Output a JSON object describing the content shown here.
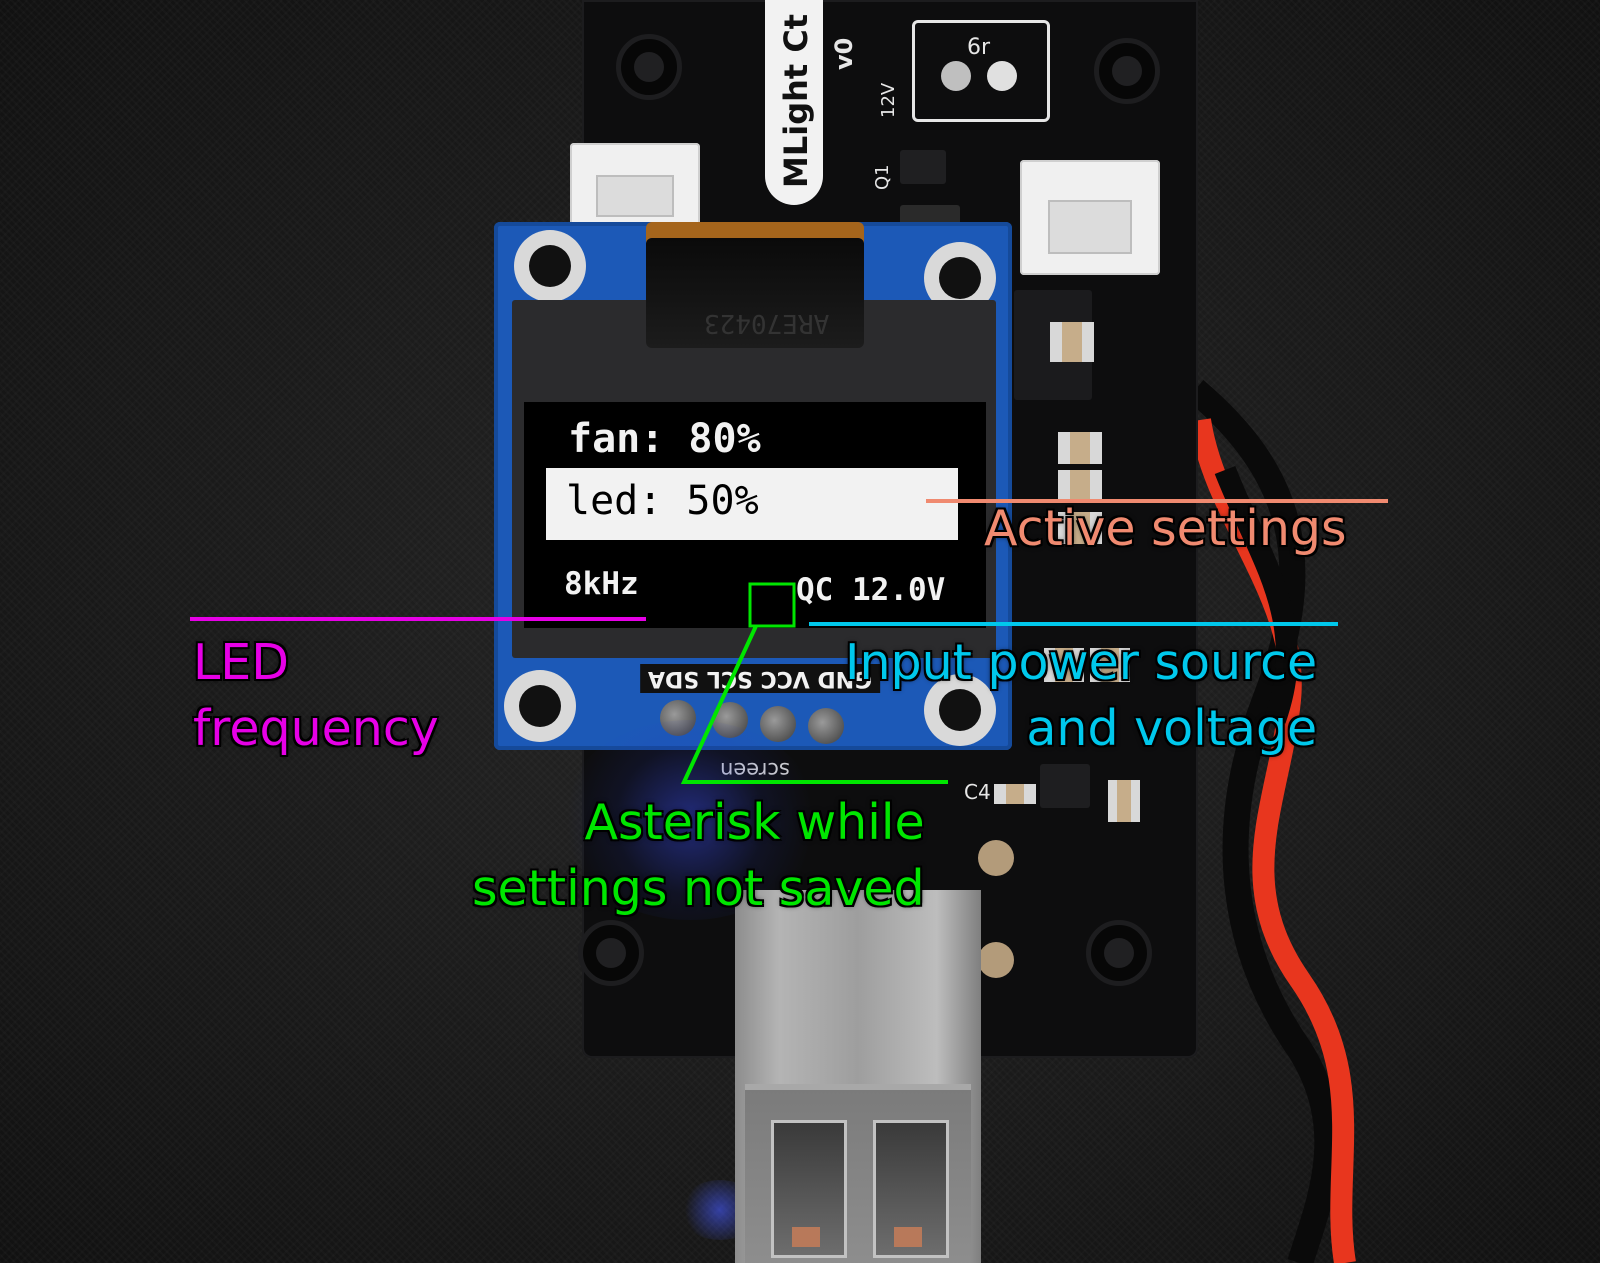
{
  "board": {
    "title": "MLight Ct",
    "version": "v0",
    "mosfet_label": "6r",
    "voltage_tag": "12V",
    "transistor_label": "Q1",
    "ribbon_code": "ARE70423",
    "header_pins": "GND VCC SCL SDA",
    "screen_label": "screen",
    "cap_label": "C4"
  },
  "oled": {
    "fan_line": "fan: 80%",
    "led_line": "led: 50%",
    "frequency": "8kHz",
    "power_source": "QC 12.0V"
  },
  "annotations": {
    "active_settings": "Active settings",
    "led_frequency": [
      "LED",
      "frequency"
    ],
    "input_power": [
      "Input power source",
      "and voltage"
    ],
    "asterisk": [
      "Asterisk while",
      "settings not saved"
    ]
  },
  "colors": {
    "active": "#f08a70",
    "frequency": "#e600e6",
    "input": "#00c8ec",
    "asterisk": "#00e600"
  }
}
